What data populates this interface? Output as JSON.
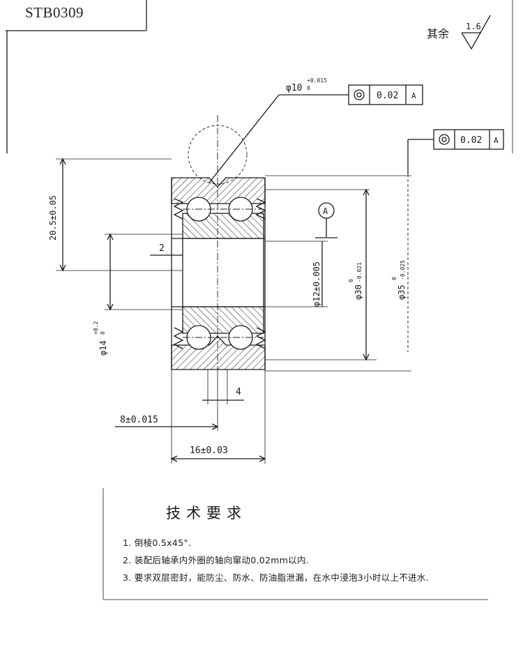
{
  "header": {
    "part_code": "STB0309"
  },
  "roughness": {
    "prefix": "其余",
    "value": "1.6"
  },
  "tolerance_frames": [
    {
      "symbol": "◎",
      "value": "0.02",
      "datum": "A"
    },
    {
      "symbol": "◎",
      "value": "0.02",
      "datum": "A"
    }
  ],
  "datum": {
    "label": "A"
  },
  "dimensions": {
    "bore_phi10": "φ10",
    "bore_phi10_upper": "+0.015",
    "bore_phi10_lower": "0",
    "height_20_5": "20.5±0.05",
    "groove_2": "2",
    "inner_phi12": "φ12±0.005",
    "phi30_base": "φ30",
    "phi30_upper": "0",
    "phi30_lower": "-0.021",
    "phi35_base": "φ35",
    "phi35_upper": "0",
    "phi35_lower": "-0.025",
    "phi14_base": "φ14",
    "phi14_upper": "+0.2",
    "phi14_lower": "0",
    "width_4": "4",
    "offset_8": "8±0.015",
    "width_16": "16±0.03"
  },
  "technical_requirements": {
    "title": "技术要求",
    "items": [
      "1. 倒棱0.5x45°.",
      "2. 装配后轴承内外圈的轴向窜动0.02mm以内.",
      "3. 要求双层密封，能防尘、防水、防油脂泄漏，在水中浸泡3小时以上不进水."
    ]
  }
}
